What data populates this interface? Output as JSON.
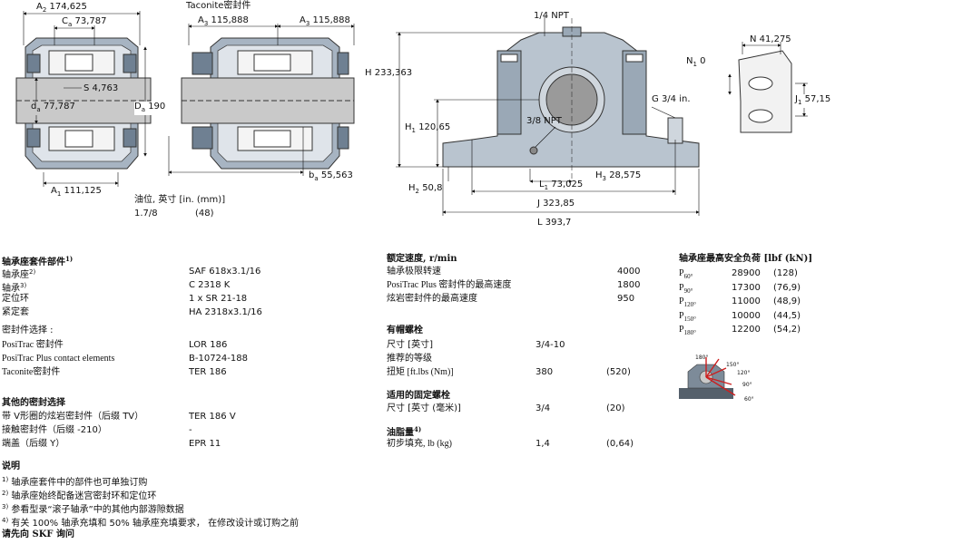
{
  "drawing": {
    "a2": "A",
    "a2_sub": "2",
    "a2_val": "174,625",
    "ca": "C",
    "ca_sub": "a",
    "ca_val": "73,787",
    "s": "S",
    "s_val": "4,763",
    "da": "d",
    "da_sub": "a",
    "da_val": "77,787",
    "Da": "D",
    "Da_sub": "a",
    "Da_val": "190",
    "a1": "A",
    "a1_sub": "1",
    "a1_val": "111,125",
    "taconite": "Taconite密封件",
    "a3l": "A",
    "a3l_sub": "3",
    "a3l_val": "115,888",
    "a3r": "A",
    "a3r_sub": "3",
    "a3r_val": "115,888",
    "ba": "b",
    "ba_sub": "a",
    "ba_val": "55,563",
    "npt_top": "1/4 NPT",
    "h": "H",
    "h_val": "233,363",
    "h1": "H",
    "h1_sub": "1",
    "h1_val": "120,65",
    "npt_38": "3/8 NPT",
    "g": "G",
    "g_val": "3/4 in.",
    "h2": "H",
    "h2_sub": "2",
    "h2_val": "50,8",
    "l1": "L",
    "l1_sub": "1",
    "l1_val": "73,025",
    "h3": "H",
    "h3_sub": "3",
    "h3_val": "28,575",
    "j": "J",
    "j_val": "323,85",
    "l": "L",
    "l_val": "393,7",
    "n": "N",
    "n_val": "41,275",
    "n1": "N",
    "n1_sub": "1",
    "n1_val": "0",
    "j1": "J",
    "j1_sub": "1",
    "j1_val": "57,15",
    "oil_hdr": "油位, 英寸  [in. (mm)]",
    "oil_val1": "1.7/8",
    "oil_val2": "(48)"
  },
  "kit": {
    "title": "轴承座套件部件",
    "title_sup": "1)",
    "rows": [
      {
        "label": "轴承座",
        "sup": "2)",
        "value": "SAF 618x3.1/16"
      },
      {
        "label": "轴承",
        "sup": "3)",
        "value": "C 2318 K"
      },
      {
        "label": "定位环",
        "sup": "",
        "value": "1 x SR 21-18"
      },
      {
        "label": "紧定套",
        "sup": "",
        "value": "HA 2318x3.1/16"
      }
    ],
    "seal_title": "密封件选择 :",
    "seal_rows": [
      {
        "label": "PosiTrac 密封件",
        "value": "LOR 186"
      },
      {
        "label": "PosiTrac Plus contact elements",
        "value": "B-10724-188"
      },
      {
        "label": "Taconite密封件",
        "value": "TER 186"
      }
    ],
    "other_title": "其他的密封选择",
    "other_rows": [
      {
        "label": "带 V形圈的炫岩密封件（后缀 TV）",
        "value": "TER 186 V"
      },
      {
        "label": "接触密封件（后缀 -210）",
        "value": "-"
      },
      {
        "label": "端盖（后缀 Y）",
        "value": "EPR 11"
      }
    ],
    "notes_title": "说明",
    "notes": [
      {
        "sup": "1)",
        "text": "轴承座套件中的部件也可单独订购"
      },
      {
        "sup": "2)",
        "text": "轴承座始终配备迷宫密封环和定位环"
      },
      {
        "sup": "3)",
        "text": "参看型录“滚子轴承”中的其他内部游隙数据"
      },
      {
        "sup": "4)",
        "text": "有关 100% 轴承充填和 50% 轴承座充填要求， 在修改设计或订购之前"
      }
    ],
    "contact": "请先向 SKF 询问"
  },
  "speed": {
    "title": "额定速度, r/min",
    "rows": [
      {
        "label": "轴承极限转速",
        "value": "4000"
      },
      {
        "label": "PosiTrac Plus 密封件的最高速度",
        "value": "1800"
      },
      {
        "label": "炫岩密封件的最高速度",
        "value": "950"
      }
    ]
  },
  "bolts": {
    "title": "有帽螺栓",
    "size_label": "尺寸 [英寸]",
    "size_val": "3/4-10",
    "grade_label": "推荐的等级",
    "grade_val": "",
    "torque_label": "扭矩 [ft.lbs (Nm)]",
    "torque_val": "380",
    "torque_val2": "(520)"
  },
  "fixing": {
    "title": "适用的固定螺栓",
    "size_label": "尺寸 [英寸 (毫米)]",
    "size_val": "3/4",
    "size_val2": "(20)"
  },
  "grease": {
    "title": "油脂量",
    "title_sup": "4)",
    "label": "初步填充, lb (kg)",
    "val": "1,4",
    "val2": "(0,64)"
  },
  "loads": {
    "title": "轴承座最高安全负荷 [lbf (kN)]",
    "rows": [
      {
        "p": "P",
        "sub": "60°",
        "value": "28900",
        "kn": "(128)"
      },
      {
        "p": "P",
        "sub": "90°",
        "value": "17300",
        "kn": "(76,9)"
      },
      {
        "p": "P",
        "sub": "120°",
        "value": "11000",
        "kn": "(48,9)"
      },
      {
        "p": "P",
        "sub": "150°",
        "value": "10000",
        "kn": "(44,5)"
      },
      {
        "p": "P",
        "sub": "180°",
        "value": "12200",
        "kn": "(54,2)"
      }
    ],
    "diagram_angles": [
      "180°",
      "150°",
      "120°",
      "90°",
      "60°"
    ]
  },
  "colors": {
    "housing": "#8c9aa8",
    "housing_dark": "#55606b",
    "shaft": "#c9c9c9",
    "arrow": "#cc1f1f"
  }
}
